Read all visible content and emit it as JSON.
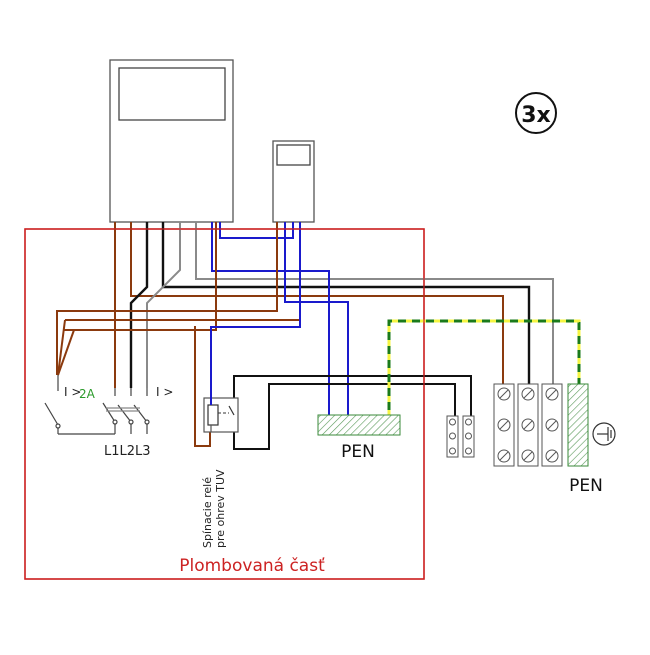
{
  "diagram": {
    "multiplier_badge": "3x",
    "sealed_area_label": "Plombovaná časť",
    "relay_label_line1": "Spínacie relé",
    "relay_label_line2": "pre ohrev TUV",
    "pen_label_inner": "PEN",
    "pen_label_outer": "PEN",
    "breaker_small_label": "I >",
    "breaker_small_rating": "2A",
    "breaker_main_label": "I >",
    "phase_labels": "L1L2L3",
    "colors": {
      "sealed_border": "#cc2222",
      "sealed_text": "#cc2222",
      "phase_brown": "#8b3a0e",
      "phase_black": "#111111",
      "phase_grey": "#8a8a8a",
      "neutral_blue": "#1a1acc",
      "pe_green": "#1a7a1a",
      "pe_yellow": "#f5f542",
      "rating_green": "#2a9a2a"
    }
  }
}
